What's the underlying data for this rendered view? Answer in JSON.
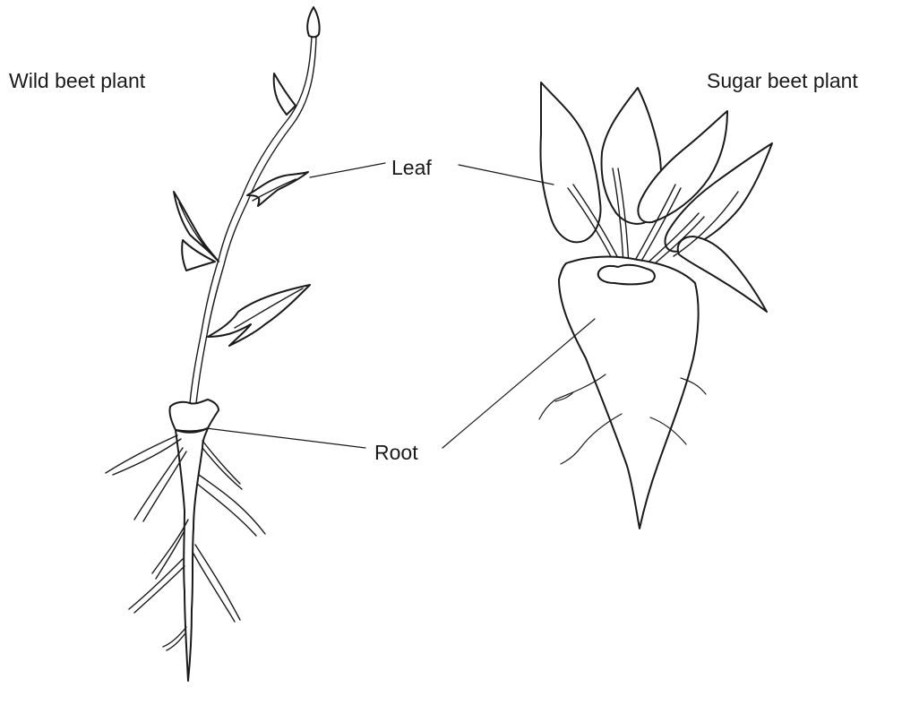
{
  "diagram": {
    "wild_title": "Wild beet plant",
    "sugar_title": "Sugar beet plant",
    "leaf_label": "Leaf",
    "root_label": "Root"
  }
}
